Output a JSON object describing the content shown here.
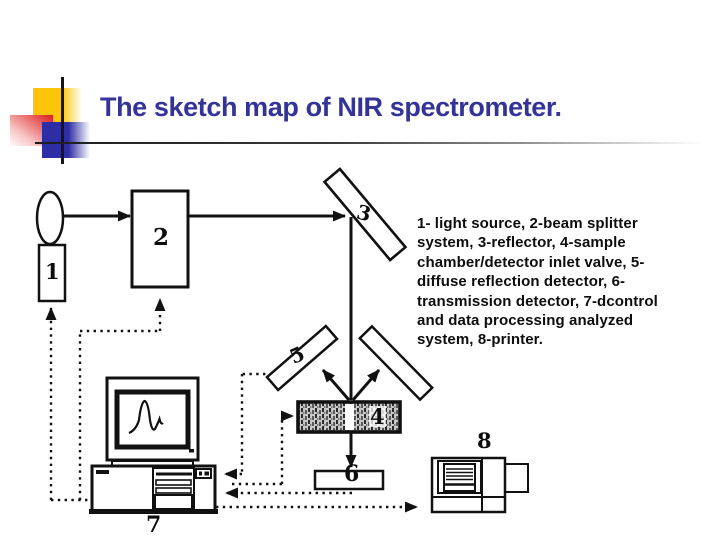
{
  "slide": {
    "title": "The sketch map of NIR spectrometer.",
    "title_color": "#333399",
    "background_color": "#ffffff"
  },
  "decoration": {
    "yellow": "#fdc50a",
    "red": "#e02828",
    "blue": "#2d2da6",
    "line_color": "#151515"
  },
  "diagram": {
    "labels": {
      "light_source": "1",
      "beam_splitter": "2",
      "reflector": "3",
      "sample_chamber": "4",
      "diffuse_detector": "5",
      "transmission_detector": "6",
      "computer": "7",
      "printer": "8"
    },
    "stroke_color": "#111111"
  },
  "legend": {
    "lines": [
      "1- light source, 2-beam splitter",
      "system, 3-reflector, 4-sample",
      "chamber/detector inlet valve, 5-",
      "diffuse reflection detector, 6-",
      "transmission detector, 7-dcontrol",
      "and data processing analyzed",
      "system, 8-printer."
    ]
  }
}
